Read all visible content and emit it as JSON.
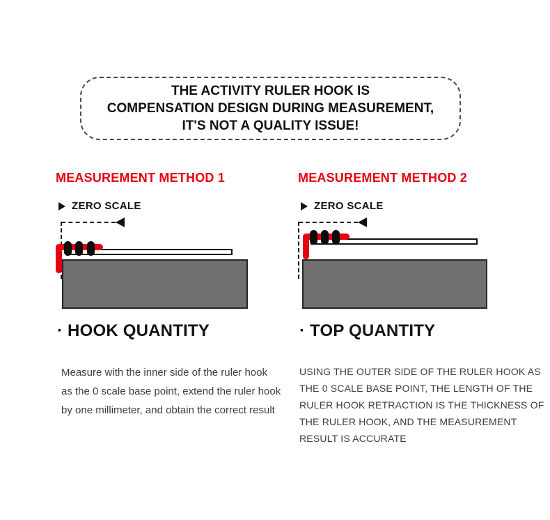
{
  "notice": {
    "lines": [
      "THE ACTIVITY RULER HOOK IS",
      "COMPENSATION DESIGN DURING MEASUREMENT,",
      "IT'S NOT A QUALITY ISSUE!"
    ]
  },
  "methods": [
    {
      "title": "MEASUREMENT METHOD 1",
      "zero_scale_label": "ZERO SCALE",
      "quantity_title": "· HOOK QUANTITY",
      "description_lines": [
        "Measure with the inner side of the ruler hook",
        "as the 0 scale base point, extend the ruler hook",
        "by one millimeter, and obtain the correct result"
      ]
    },
    {
      "title": "MEASUREMENT METHOD 2",
      "zero_scale_label": "ZERO SCALE",
      "quantity_title": "· TOP QUANTITY",
      "description_lines": [
        "USING THE OUTER SIDE OF THE RULER HOOK AS",
        "THE 0 SCALE BASE POINT, THE LENGTH OF THE",
        "RULER HOOK RETRACTION IS THE THICKNESS OF",
        "THE RULER HOOK, AND THE MEASUREMENT",
        "RESULT IS ACCURATE"
      ]
    }
  ],
  "icons": {
    "zero_scale_marker": "right-pointing-triangle",
    "guide_arrow": "left-pointing-triangle",
    "ruler_hook": "red-L-shaped-hook",
    "rivets": "three-black-capsules"
  },
  "colors": {
    "red": "#e60012",
    "gray": "#707070",
    "gray_border": "#262626",
    "ink": "#121212",
    "body_text": "#3d3d3d"
  }
}
